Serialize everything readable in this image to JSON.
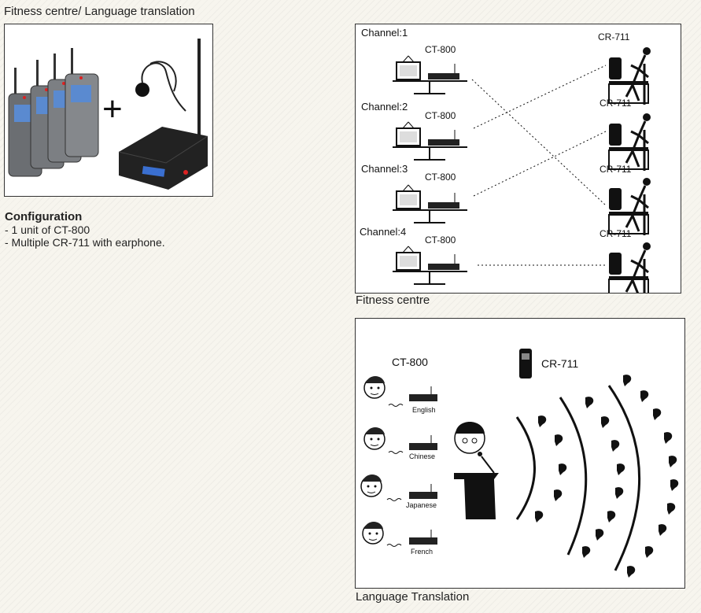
{
  "header": {
    "title": "Fitness centre/ Language translation"
  },
  "config": {
    "title": "Configuration",
    "lines": [
      "- 1 unit of CT-800",
      "- Multiple CR-711 with earphone."
    ]
  },
  "product": {
    "plus": "+"
  },
  "fitness": {
    "caption": "Fitness centre",
    "channels": [
      "Channel:1",
      "Channel:2",
      "Channel:3",
      "Channel:4"
    ],
    "transmitter": "CT-800",
    "receiver": "CR-711"
  },
  "language": {
    "caption": "Language Translation",
    "transmitter": "CT-800",
    "receiver": "CR-711",
    "languages": [
      "English",
      "Chinese",
      "Japanese",
      "French"
    ]
  }
}
